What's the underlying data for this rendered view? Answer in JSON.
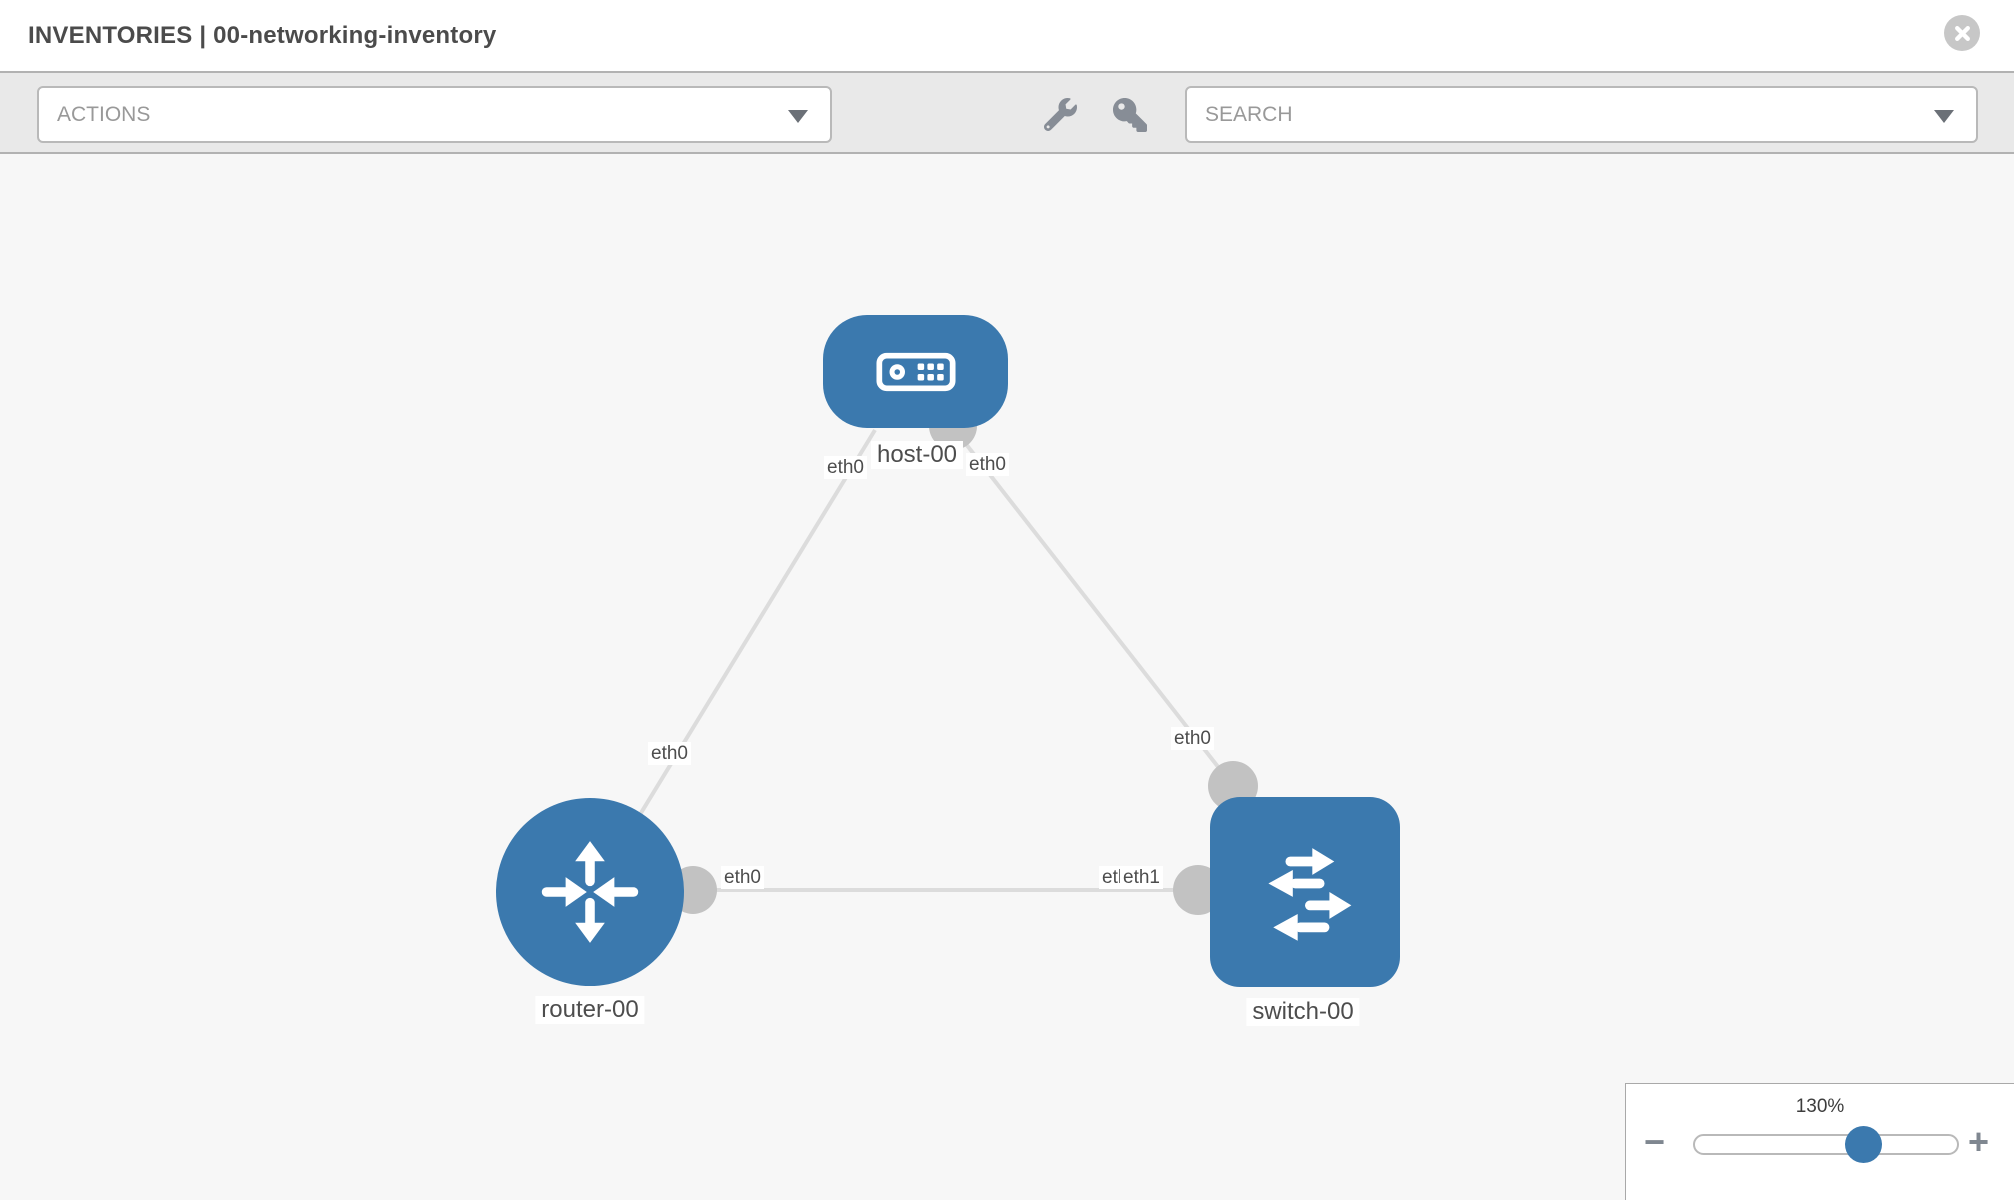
{
  "header": {
    "title": "INVENTORIES | 00-networking-inventory"
  },
  "toolbar": {
    "actions_label": "ACTIONS",
    "search_placeholder": "SEARCH",
    "icon_names": [
      "wrench-icon",
      "key-icon"
    ]
  },
  "diagram": {
    "nodes": [
      {
        "id": "host-00",
        "label": "host-00",
        "type": "host"
      },
      {
        "id": "router-00",
        "label": "router-00",
        "type": "router"
      },
      {
        "id": "switch-00",
        "label": "switch-00",
        "type": "switch"
      }
    ],
    "links": [
      {
        "source": "host-00",
        "source_interface": "eth0",
        "target": "router-00",
        "target_interface": "eth0"
      },
      {
        "source": "host-00",
        "source_interface": "eth0",
        "target": "switch-00",
        "target_interface": "eth0"
      },
      {
        "source": "router-00",
        "source_interface": "eth0",
        "target": "switch-00",
        "target_interface": "eth1",
        "target_interface_obscured": "eth0"
      }
    ]
  },
  "zoom_control": {
    "value": "130%",
    "percent": 130,
    "minus_label": "−",
    "plus_label": "+"
  },
  "colors": {
    "node_fill": "#3b79ae",
    "link": "#dcdcdc",
    "port": "#c2c2c2",
    "toolbar_bg": "#e9e9e9",
    "canvas_bg": "#f7f7f7",
    "label_text": "#4d4d4d"
  }
}
